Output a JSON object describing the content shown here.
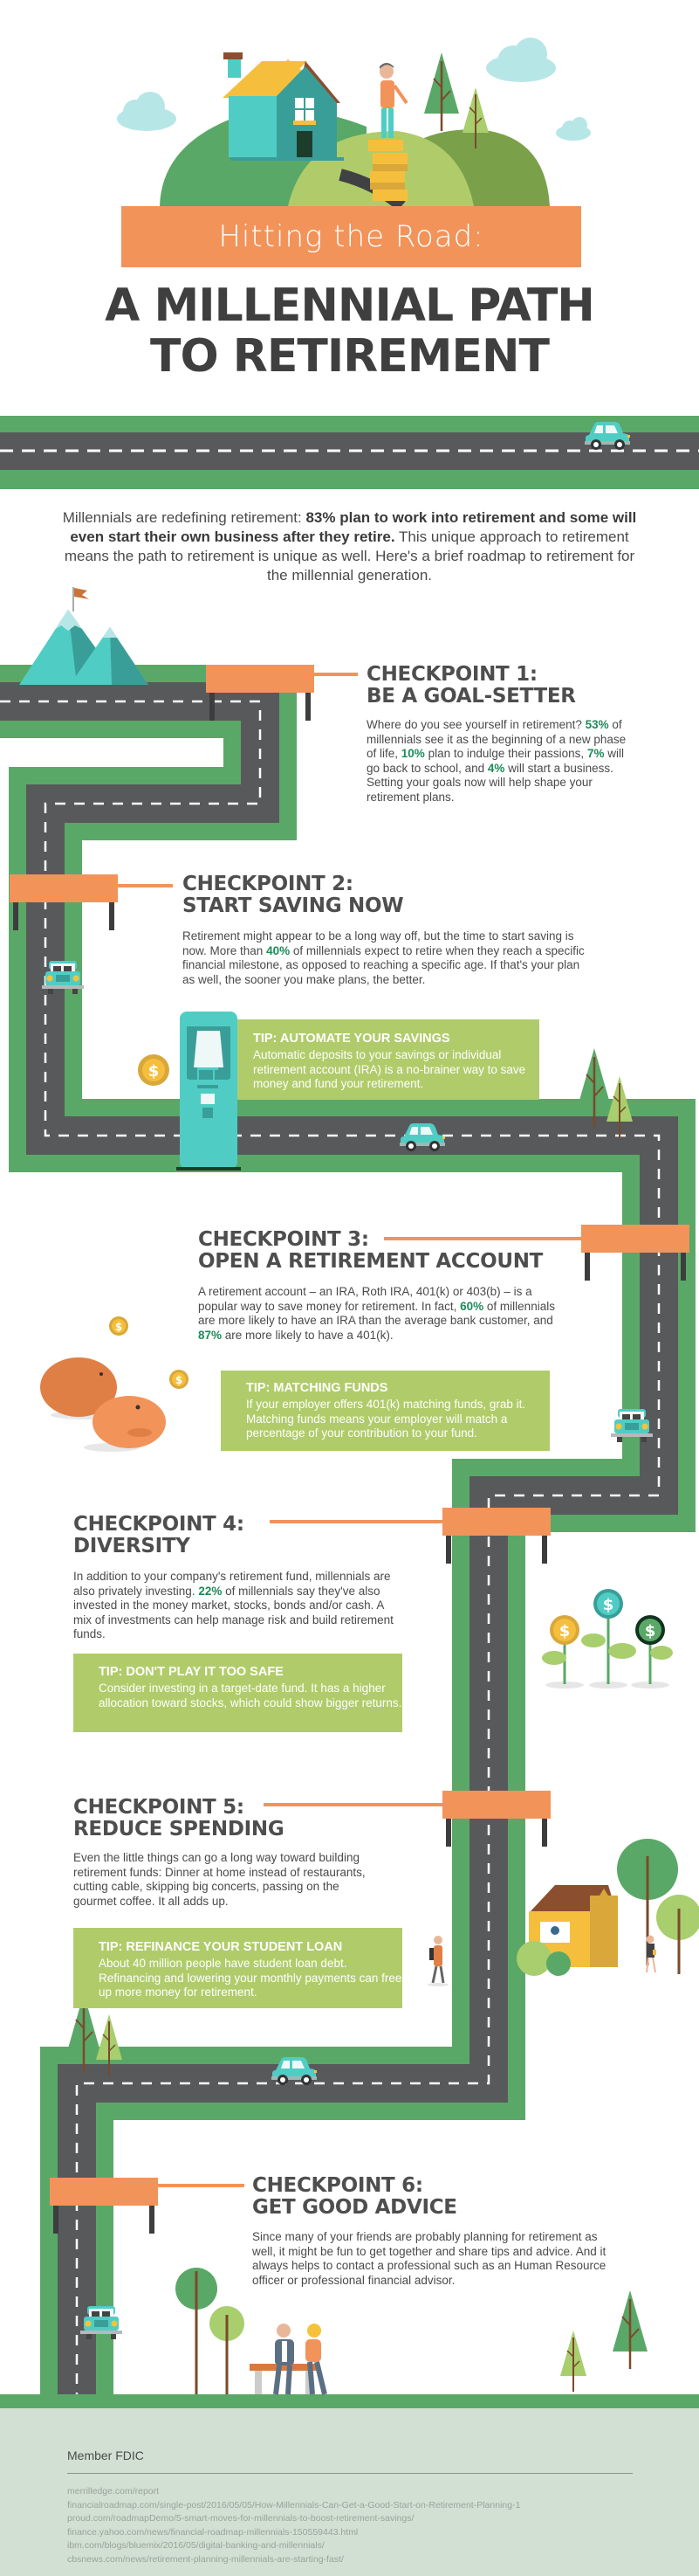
{
  "header": {
    "banner_text": "Hitting the Road:",
    "title_line1": "A MILLENNIAL PATH",
    "title_line2": "TO RETIREMENT"
  },
  "intro": {
    "lead": "Millennials are redefining retirement: ",
    "bold": "83% plan to work into retirement and some will even start their own business after they retire.",
    "rest": " This unique approach to retirement means the path to retirement is unique as well. Here's a brief roadmap to retirement for the millennial generation."
  },
  "checkpoints": [
    {
      "label": "CHECKPOINT 1:",
      "title": "BE A GOAL-SETTER",
      "body": [
        {
          "t": "Where do you see yourself in retirement? "
        },
        {
          "t": "53%",
          "pct": true
        },
        {
          "t": " of millennials see it as the beginning of a new phase of life, "
        },
        {
          "t": "10%",
          "pct": true
        },
        {
          "t": " plan to indulge their passions, "
        },
        {
          "t": "7%",
          "pct": true
        },
        {
          "t": " will go back to school, and "
        },
        {
          "t": "4%",
          "pct": true
        },
        {
          "t": " will start a business. Setting your goals now will help shape your retirement plans."
        }
      ]
    },
    {
      "label": "CHECKPOINT 2:",
      "title": "START SAVING NOW",
      "body": [
        {
          "t": "Retirement might appear to be a long way off, but the time to start saving is now. More than "
        },
        {
          "t": "40%",
          "pct": true
        },
        {
          "t": " of millennials expect to retire when they reach a specific financial milestone, as opposed to reaching a specific age. If that's your plan as well, the sooner you make plans, the better."
        }
      ],
      "tip": {
        "title": "TIP: AUTOMATE YOUR SAVINGS",
        "body": "Automatic deposits to your savings or individual retirement account (IRA) is a no-brainer way to save money and fund your retirement."
      }
    },
    {
      "label": "CHECKPOINT 3:",
      "title": "OPEN A RETIREMENT ACCOUNT",
      "body": [
        {
          "t": "A retirement account – an IRA, Roth IRA, 401(k) or 403(b) – is a popular way to save money for retirement. In fact, "
        },
        {
          "t": "60%",
          "pct": true
        },
        {
          "t": " of millennials are more likely to have an IRA than the average bank customer, and "
        },
        {
          "t": "87%",
          "pct": true
        },
        {
          "t": " are more likely to have a 401(k)."
        }
      ],
      "tip": {
        "title": "TIP: MATCHING FUNDS",
        "body": "If your employer offers 401(k) matching funds, grab it. Matching funds means your employer will match a percentage of your contribution to your fund."
      }
    },
    {
      "label": "CHECKPOINT 4:",
      "title": "DIVERSITY",
      "body": [
        {
          "t": "In addition to your company's retirement fund, millennials are also privately investing. "
        },
        {
          "t": "22%",
          "pct": true
        },
        {
          "t": " of millennials say they've also invested in the money market, stocks, bonds and/or cash. A mix of investments can help manage risk and build retirement funds."
        }
      ],
      "tip": {
        "title": "TIP: DON'T PLAY IT TOO SAFE",
        "body": "Consider investing in a target-date fund. It has a higher allocation toward stocks, which could show bigger returns."
      }
    },
    {
      "label": "CHECKPOINT 5:",
      "title": "REDUCE SPENDING",
      "body": [
        {
          "t": "Even the little things can go a long way toward building retirement funds: Dinner at home instead of restaurants, cutting cable, skipping big concerts, passing on the gourmet coffee. It all adds up."
        }
      ],
      "tip": {
        "title": "TIP: REFINANCE YOUR STUDENT LOAN",
        "body": "About 40 million people have student loan debt. Refinancing and lowering your monthly payments can free up more money for retirement."
      }
    },
    {
      "label": "CHECKPOINT 6:",
      "title": "GET GOOD ADVICE",
      "body": [
        {
          "t": "Since many of your friends are probably planning for retirement as well, it might be fun to get together and share tips and advice. And it always helps to contact a professional such as an Human Resource officer or professional financial advisor."
        }
      ]
    }
  ],
  "footer": {
    "member": "Member FDIC",
    "sources": [
      "merrilledge.com/report",
      "financialroadmap.com/single-post/2016/05/05/How-Millennials-Can-Get-a-Good-Start-on-Retirement-Planning-1",
      "proud.com/roadmapDemo/5-smart-moves-for-millennials-to-boost-retirement-savings/",
      "finance.yahoo.com/news/financial-roadmap-millennials-150559443.html",
      "ibm.com/blogs/bluemix/2016/05/digital-banking-and-millennials/",
      "cbsnews.com/news/retirement-planning-millennials-are-starting-fast/"
    ]
  },
  "icons": {
    "dollar": "$"
  },
  "colors": {
    "road_green": "#5aa867",
    "asphalt": "#58595b",
    "checkpoint_orange": "#f2935a",
    "tip_green": "#b0cc6a",
    "pct_green": "#1e8a5a",
    "car_teal": "#4fcdc4",
    "footer_bg": "#d1e0d2"
  }
}
